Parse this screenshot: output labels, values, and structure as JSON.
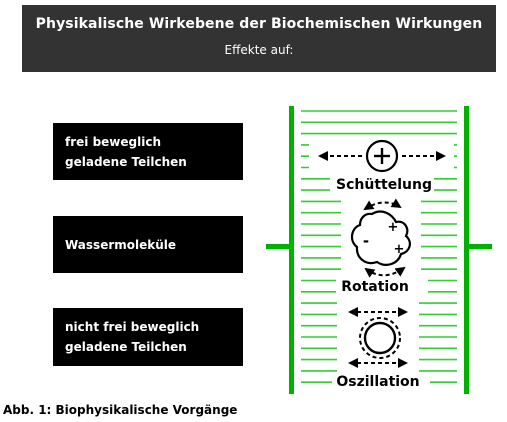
{
  "header": {
    "title": "Physikalische Wirkebene der Biochemischen Wirkungen",
    "subtitle": "Effekte auf:"
  },
  "boxes": [
    {
      "lines": [
        "frei beweglich",
        "geladene Teilchen"
      ]
    },
    {
      "lines": [
        "Wassermoleküle"
      ]
    },
    {
      "lines": [
        "nicht frei beweglich",
        "geladene Teilchen"
      ]
    }
  ],
  "diagram": {
    "labels": {
      "shaking": "Schüttelung",
      "rotation": "Rotation",
      "oscillation": "Oszillation"
    },
    "symbols": {
      "plus": "+",
      "minus": "-"
    },
    "colors": {
      "electrode": "#00b200",
      "field_lines": "#33cc33",
      "box_bg": "#000000",
      "header_bg": "#333333"
    }
  },
  "caption": "Abb. 1: Biophysikalische Vorgänge"
}
